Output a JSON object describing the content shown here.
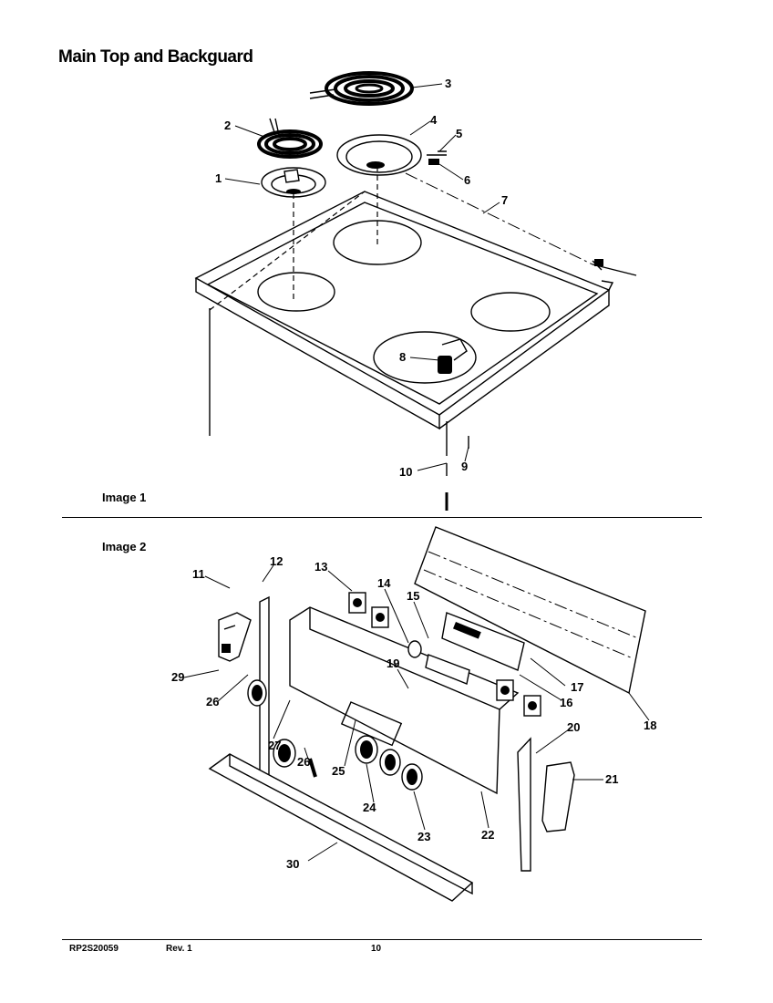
{
  "title": "Main Top and Backguard",
  "image_labels": [
    "Image 1",
    "Image 2"
  ],
  "footer": {
    "doc_id": "RP2S20059",
    "revision": "Rev. 1",
    "page": "10"
  },
  "callouts": [
    "1",
    "2",
    "3",
    "4",
    "5",
    "6",
    "7",
    "8",
    "9",
    "10",
    "11",
    "12",
    "13",
    "14",
    "15",
    "16",
    "17",
    "18",
    "19",
    "20",
    "21",
    "22",
    "23",
    "24",
    "25",
    "26",
    "26",
    "27",
    "28",
    "29",
    "30"
  ]
}
